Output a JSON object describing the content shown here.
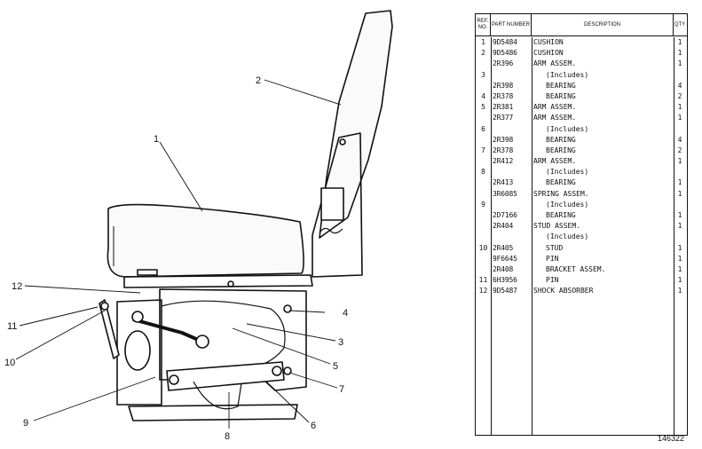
{
  "figure_number": "146322",
  "table": {
    "headers": {
      "ref_no": "REF. NO.",
      "part_number": "PART NUMBER",
      "description": "DESCRIPTION",
      "qty": "QTY"
    },
    "rows": [
      {
        "ref": "1",
        "part": "9D5484",
        "desc": "CUSHION",
        "sub": false,
        "qty": "1"
      },
      {
        "ref": "2",
        "part": "9D5486",
        "desc": "CUSHION",
        "sub": false,
        "qty": "1"
      },
      {
        "ref": "",
        "part": "2R396",
        "desc": "ARM ASSEM.",
        "sub": false,
        "qty": "1"
      },
      {
        "ref": "3",
        "part": "",
        "desc": "(Includes)",
        "sub": true,
        "qty": ""
      },
      {
        "ref": "",
        "part": "2R398",
        "desc": "BEARING",
        "sub": true,
        "qty": "4"
      },
      {
        "ref": "4",
        "part": "2R378",
        "desc": "BEARING",
        "sub": true,
        "qty": "2"
      },
      {
        "ref": "5",
        "part": "2R381",
        "desc": "ARM ASSEM.",
        "sub": false,
        "qty": "1"
      },
      {
        "ref": "",
        "part": "2R377",
        "desc": "ARM ASSEM.",
        "sub": false,
        "qty": "1"
      },
      {
        "ref": "6",
        "part": "",
        "desc": "(Includes)",
        "sub": true,
        "qty": ""
      },
      {
        "ref": "",
        "part": "2R398",
        "desc": "BEARING",
        "sub": true,
        "qty": "4"
      },
      {
        "ref": "7",
        "part": "2R378",
        "desc": "BEARING",
        "sub": true,
        "qty": "2"
      },
      {
        "ref": "",
        "part": "2R412",
        "desc": "ARM ASSEM.",
        "sub": false,
        "qty": "1"
      },
      {
        "ref": "8",
        "part": "",
        "desc": "(Includes)",
        "sub": true,
        "qty": ""
      },
      {
        "ref": "",
        "part": "2R413",
        "desc": "BEARING",
        "sub": true,
        "qty": "1"
      },
      {
        "ref": "",
        "part": "3R6085",
        "desc": "SPRING ASSEM.",
        "sub": false,
        "qty": "1"
      },
      {
        "ref": "9",
        "part": "",
        "desc": "(Includes)",
        "sub": true,
        "qty": ""
      },
      {
        "ref": "",
        "part": "2D7166",
        "desc": "BEARING",
        "sub": true,
        "qty": "1"
      },
      {
        "ref": "",
        "part": "2R404",
        "desc": "STUD ASSEM.",
        "sub": false,
        "qty": "1"
      },
      {
        "ref": "",
        "part": "",
        "desc": "(Includes)",
        "sub": true,
        "qty": ""
      },
      {
        "ref": "10",
        "part": "2R405",
        "desc": "STUD",
        "sub": true,
        "qty": "1"
      },
      {
        "ref": "",
        "part": "9F6645",
        "desc": "PIN",
        "sub": true,
        "qty": "1"
      },
      {
        "ref": "",
        "part": "2R408",
        "desc": "BRACKET ASSEM.",
        "sub": true,
        "qty": "1"
      },
      {
        "ref": "11",
        "part": "6H3956",
        "desc": "PIN",
        "sub": true,
        "qty": "1"
      },
      {
        "ref": "12",
        "part": "9D5487",
        "desc": "SHOCK ABSORBER",
        "sub": false,
        "qty": "1"
      }
    ]
  },
  "callouts": {
    "c1": "1",
    "c2": "2",
    "c3": "3",
    "c4": "4",
    "c5": "5",
    "c6": "6",
    "c7": "7",
    "c8": "8",
    "c9": "9",
    "c10": "10",
    "c11": "11",
    "c12": "12"
  }
}
